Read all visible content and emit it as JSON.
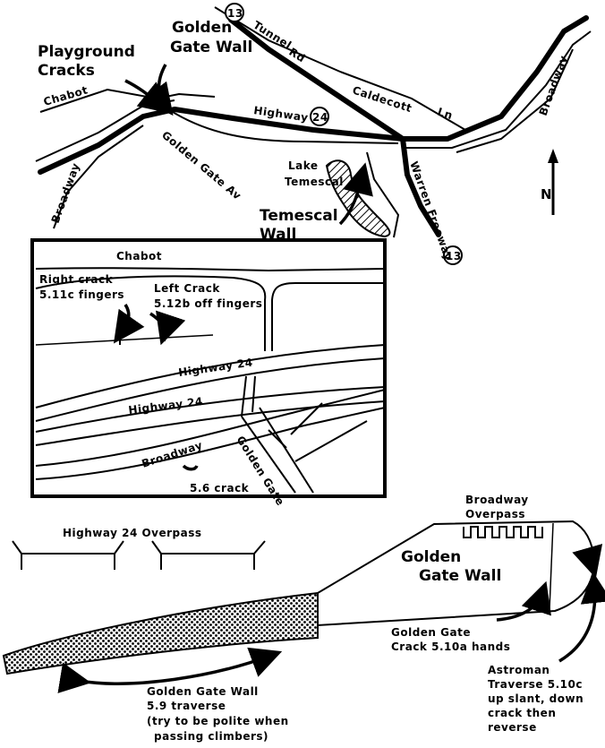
{
  "overview_map": {
    "labels": {
      "route_13_top": "13",
      "tunnel_rd": "Tunnel",
      "tunnel_rd2": "Rd",
      "caldecott": "Caldecott",
      "caldecott_ln": "Ln",
      "broadway_right": "Broadway",
      "highway_24": "Highway",
      "route_24": "24",
      "chabot": "Chabot",
      "golden_gate_av": "Golden Gate Av",
      "broadway_left": "Broadway",
      "lake_temescal_1": "Lake",
      "lake_temescal_2": "Temescal",
      "warren_freeway": "Warren Freeway",
      "route_13_bottom": "13",
      "golden_gate_wall_1": "Golden",
      "golden_gate_wall_2": "Gate Wall",
      "playground_1": "Playground",
      "playground_2": "Cracks",
      "temescal_wall_1": "Temescal",
      "temescal_wall_2": "Wall",
      "north": "N"
    }
  },
  "inset_map": {
    "chabot": "Chabot",
    "right_crack_1": "Right crack",
    "right_crack_2": "5.11c fingers",
    "left_crack_1": "Left Crack",
    "left_crack_2": "5.12b off fingers",
    "highway_24_upper": "Highway 24",
    "highway_24_lower": "Highway 24",
    "broadway": "Broadway",
    "golden_gate": "Golden Gate",
    "crack_56": "5.6 crack"
  },
  "wall_diagram": {
    "highway_overpass": "Highway 24 Overpass",
    "broadway_overpass_1": "Broadway",
    "broadway_overpass_2": "Overpass",
    "wall_title_1": "Golden",
    "wall_title_2": "Gate Wall",
    "gg_crack_1": "Golden Gate",
    "gg_crack_2": "Crack 5.10a hands",
    "traverse_1": "Golden Gate Wall",
    "traverse_2": "5.9 traverse",
    "traverse_3": "(try to be polite when",
    "traverse_4": "passing climbers)",
    "astroman_1": "Astroman",
    "astroman_2": "Traverse  5.10c",
    "astroman_3": "up slant, down",
    "astroman_4": "crack then",
    "astroman_5": "reverse"
  }
}
